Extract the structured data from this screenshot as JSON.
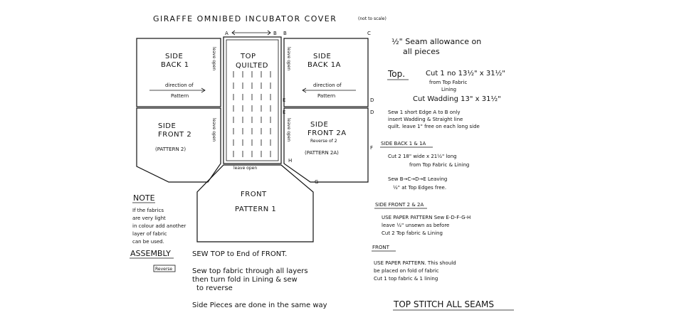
{
  "title": "GIRAFFE OMNIBED INCUBATOR COVER",
  "title_note": "(not to scale)",
  "point_labels": {
    "a": "A",
    "b1": "B",
    "b2": "B",
    "c": "C",
    "d1": "D",
    "d2": "D",
    "e1": "E",
    "e2": "E",
    "f": "F",
    "h": "H",
    "g": "G"
  },
  "pieces": {
    "side_back_1": {
      "line1": "SIDE",
      "line2": "BACK 1",
      "dir1": "direction of",
      "dir2": "Pattern",
      "edge": "leave open"
    },
    "top": {
      "line1": "TOP",
      "line2": "QUILTED"
    },
    "side_back_1a": {
      "line1": "SIDE",
      "line2": "BACK 1A",
      "dir1": "direction of",
      "dir2": "Pattern",
      "edge": "leave open"
    },
    "side_front_2": {
      "line1": "SIDE",
      "line2": "FRONT 2",
      "line3": "(PATTERN 2)",
      "edge": "leave open"
    },
    "side_front_2a": {
      "line1": "SIDE",
      "line2": "FRONT 2A",
      "line3": "Reverse of 2",
      "line4": "(PATTERN 2A)",
      "edge": "leave open"
    },
    "front": {
      "line1": "FRONT",
      "line2": "PATTERN 1",
      "edge": "leave open"
    }
  },
  "note": {
    "heading": "NOTE",
    "lines": [
      "If the fabrics",
      "are very light",
      "in colour add another",
      "layer of fabric",
      "can be used."
    ]
  },
  "assembly": {
    "heading": "ASSEMBLY",
    "step1": "SEW TOP to End of FRONT.",
    "label2": "Reverse",
    "step2_lines": [
      "Sew top fabric through all layers",
      "then turn fold in Lining & sew",
      "to reverse"
    ],
    "step3": "Side Pieces are done in the same way",
    "final": "TOP STITCH ALL SEAMS"
  },
  "instructions": {
    "seam": [
      "½\" Seam allowance on",
      "all pieces"
    ],
    "top": {
      "heading": "Top.",
      "lines": [
        "Cut 1 no 13½\" x 31½\"",
        "from Top Fabric",
        "Lining",
        "Cut Wadding 13\" x 31½\"",
        "Sew 1 short Edge A to B only",
        "insert Wadding & Straight line",
        "quilt. leave 1\" free on each long side"
      ]
    },
    "side_back": {
      "heading": "SIDE BACK 1 & 1A",
      "lines": [
        "Cut 2 18\" wide x 21½\" long",
        "from Top Fabric & Lining",
        "Sew B→C→D→E Leaving",
        "½\" at Top Edges free."
      ]
    },
    "side_front": {
      "heading": "SIDE FRONT 2 & 2A",
      "lines": [
        "USE PAPER PATTERN Sew E-D-F-G-H",
        "leave ½\" unsewn as before",
        "Cut 2 Top fabric & Lining"
      ]
    },
    "front": {
      "heading": "FRONT",
      "lines": [
        "USE PAPER PATTERN. This should",
        "be placed on fold of fabric",
        "Cut 1 top fabric & 1 lining"
      ]
    }
  }
}
